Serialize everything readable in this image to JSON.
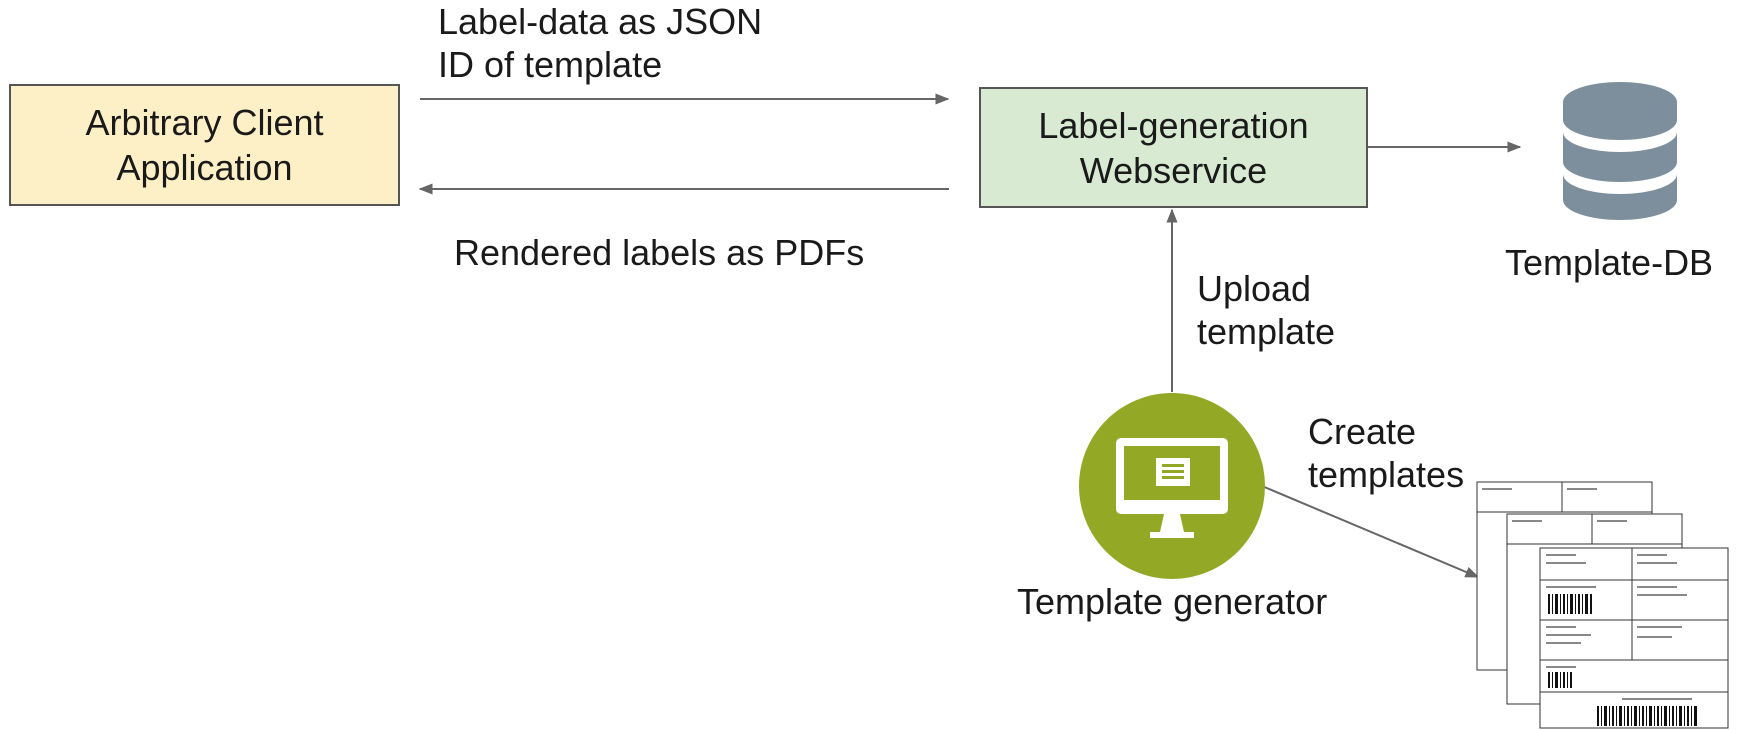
{
  "client": {
    "line1": "Arbitrary Client",
    "line2": "Application",
    "fill": "#fdf0c6"
  },
  "webservice": {
    "line1": "Label-generation",
    "line2": "Webservice",
    "fill": "#d9ead3"
  },
  "request": {
    "line1": "Label-data as JSON",
    "line2": "ID of template"
  },
  "response": {
    "label": "Rendered labels as PDFs"
  },
  "database": {
    "label": "Template-DB",
    "icon": "database-icon",
    "color": "#7d8f9c"
  },
  "upload": {
    "line1": "Upload",
    "line2": "template"
  },
  "generator": {
    "label": "Template generator",
    "icon": "monitor-icon",
    "color": "#93a925"
  },
  "create": {
    "line1": "Create",
    "line2": "templates"
  },
  "labels_stack": {
    "icon": "shipping-label-documents-icon"
  }
}
